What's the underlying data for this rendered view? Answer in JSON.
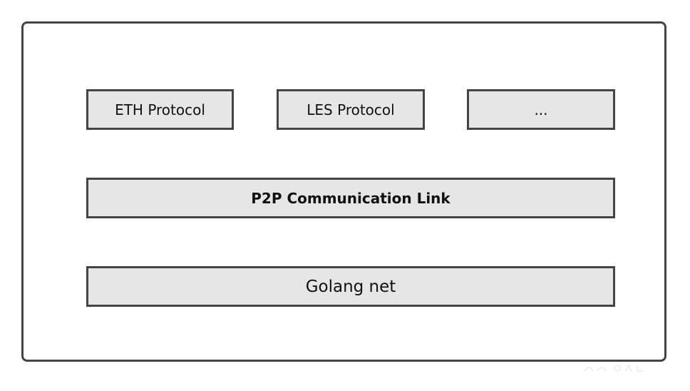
{
  "diagram": {
    "layers": {
      "protocols": [
        {
          "label": "ETH Protocol"
        },
        {
          "label": "LES Protocol"
        },
        {
          "label": "..."
        }
      ],
      "link": {
        "label": "P2P Communication Link"
      },
      "net": {
        "label": "Golang net"
      }
    },
    "colors": {
      "box_fill": "#e6e6e6",
      "border": "#444444",
      "text": "#111111"
    }
  }
}
